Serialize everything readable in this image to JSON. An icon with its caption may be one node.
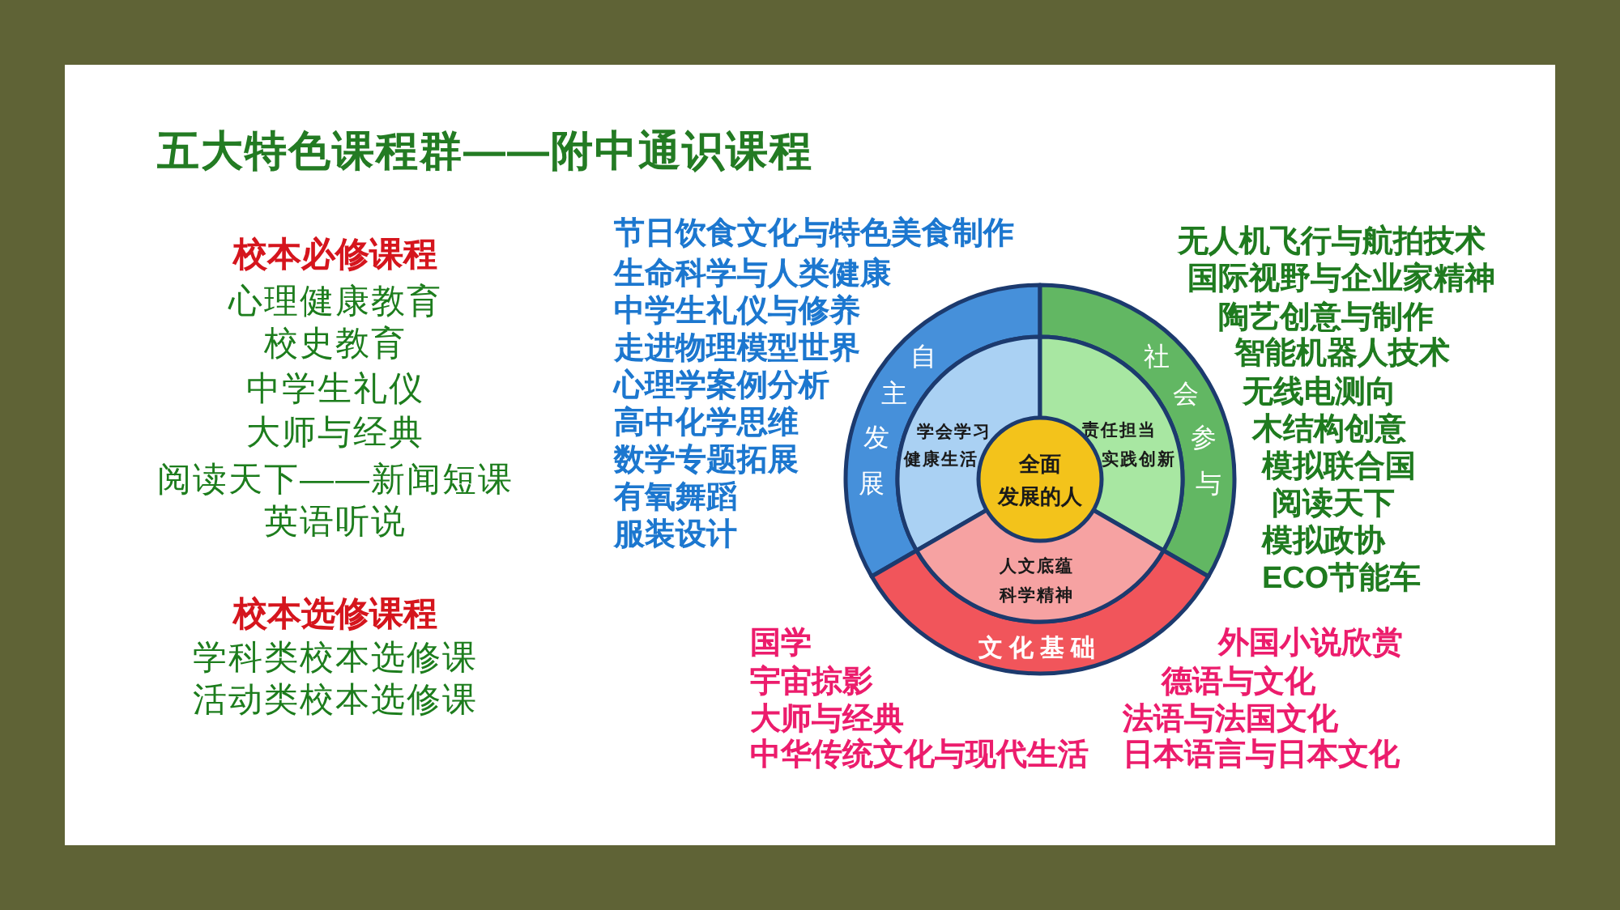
{
  "diagram": {
    "title": "五大特色课程群——附中通识课程",
    "nodes": [
      {
        "text": [
          "自主发展"
        ]
      },
      {
        "text": [
          "社会参与"
        ]
      },
      {
        "text": [
          "文化基础"
        ]
      },
      {
        "text": [
          "学会学习",
          "健康生活"
        ]
      },
      {
        "text": [
          "责任担当",
          "实践创新"
        ]
      },
      {
        "text": [
          "人文底蕴",
          "科学精神"
        ]
      },
      {
        "text": [
          "全面发展的人"
        ]
      }
    ],
    "labels": [
      "校本必修课程",
      "心理健康教育",
      "校史教育",
      "中学生礼仪",
      "大师与经典",
      "阅读天下——新闻短课",
      "英语听说",
      "校本选修课程",
      "学科类校本选修课",
      "活动类校本选修课",
      "节日饮食文化与特色美食制作",
      "生命科学与人类健康",
      "中学生礼仪与修养",
      "走进物理模型世界",
      "心理学案例分析",
      "高中化学思维",
      "数学专题拓展",
      "有氧舞蹈",
      "服装设计",
      "无人机飞行与航拍技术",
      "国际视野与企业家精神",
      "陶艺创意与制作",
      "智能机器人技术",
      "无线电测向",
      "木结构创意",
      "模拟联合国",
      "阅读天下",
      "模拟政协",
      "ECO节能车",
      "国学",
      "宇宙掠影",
      "大师与经典",
      "中华传统文化与现代生活",
      "外国小说欣赏",
      "德语与文化",
      "法语与法国文化",
      "日本语言与日本文化"
    ]
  }
}
